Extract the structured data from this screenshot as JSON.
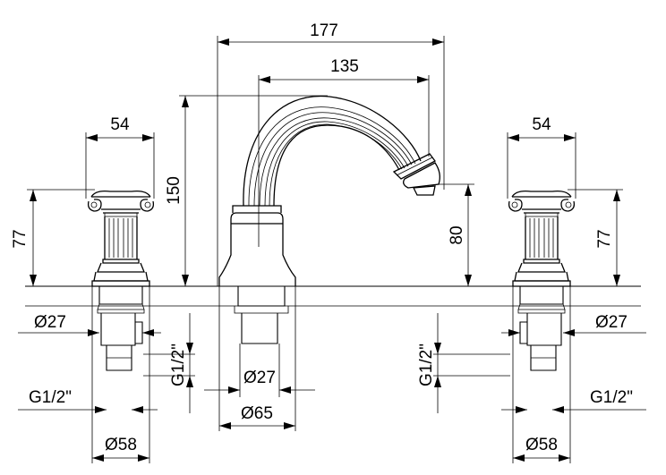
{
  "dimensions": {
    "spout_width": "177",
    "spout_reach": "135",
    "spout_height": "150",
    "outlet_height": "80",
    "left_handle_width": "54",
    "right_handle_width": "54",
    "left_handle_height": "77",
    "right_handle_height": "77",
    "left_shank_diameter": "Ø27",
    "right_shank_diameter": "Ø27",
    "center_shank_diameter": "Ø27",
    "center_base_diameter": "Ø65",
    "left_thread_vertical": "G1/2\"",
    "right_thread_vertical": "G1/2\"",
    "left_thread_horizontal": "G1/2\"",
    "right_thread_horizontal": "G1/2\"",
    "left_base_diameter": "Ø58",
    "right_base_diameter": "Ø58"
  }
}
